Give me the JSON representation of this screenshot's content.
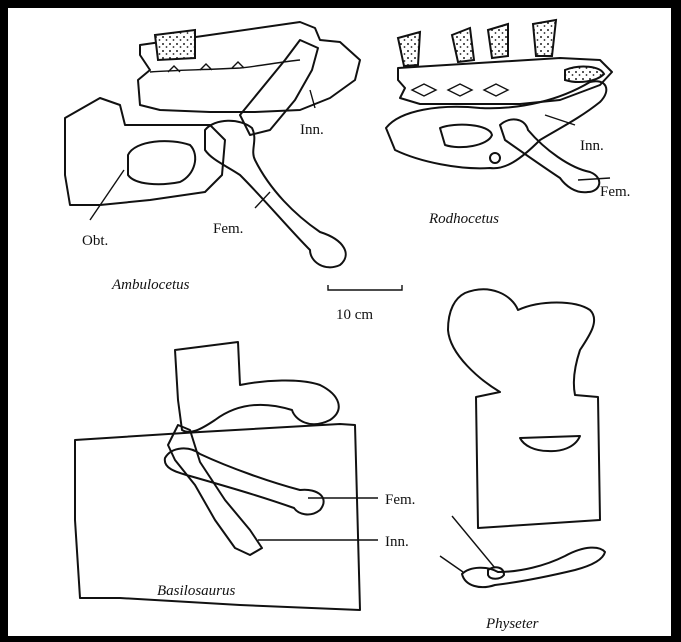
{
  "labels": {
    "inn": "Inn.",
    "fem": "Fem.",
    "obt": "Obt."
  },
  "species": {
    "ambulocetus": "Ambulocetus",
    "rodhocetus": "Rodhocetus",
    "basilosaurus": "Basilosaurus",
    "physeter": "Physeter"
  },
  "scale_bar": "10 cm",
  "colors": {
    "ink": "#111111",
    "paper": "#ffffff",
    "border": "#000000"
  }
}
